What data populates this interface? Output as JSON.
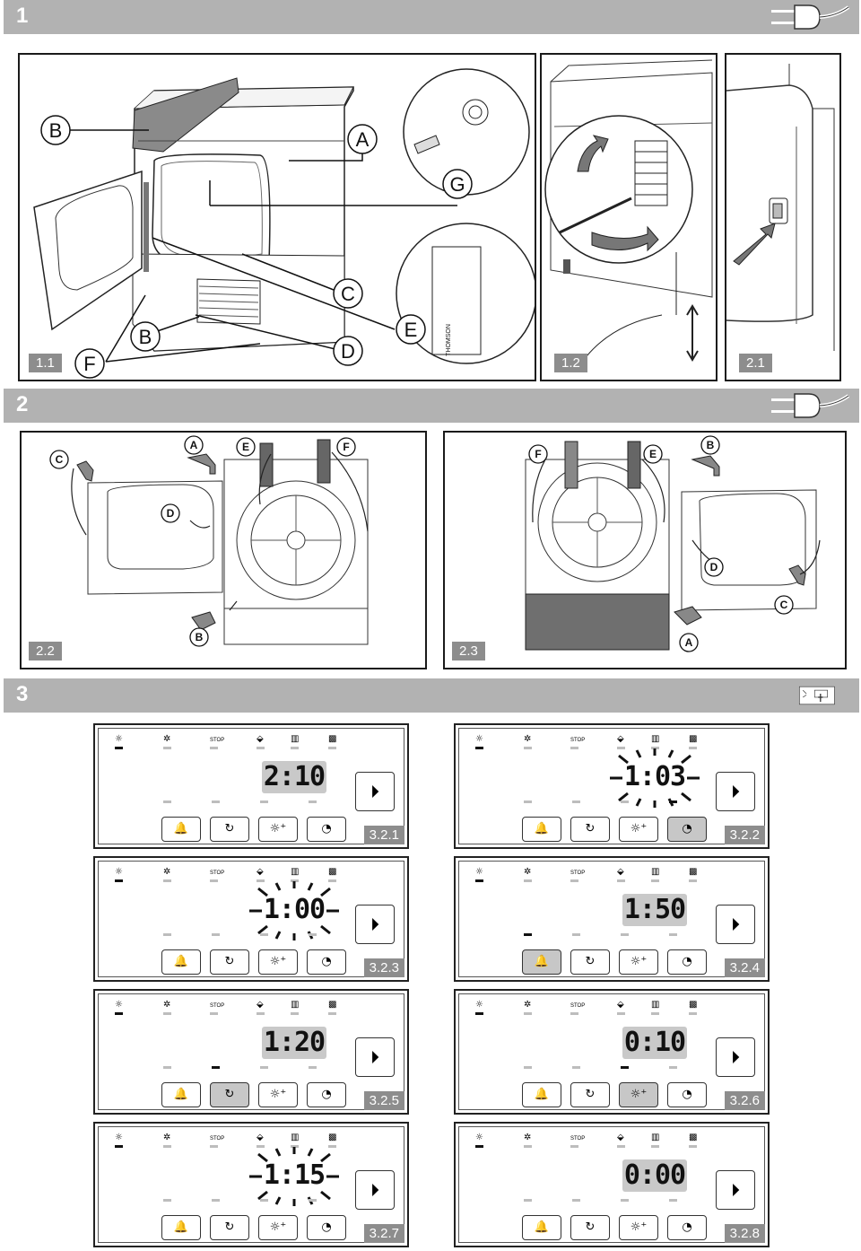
{
  "sections": [
    {
      "num": "1",
      "icon": "plug-icon"
    },
    {
      "num": "2",
      "icon": "plug-icon"
    },
    {
      "num": "3",
      "icon": "control-panel-hand-icon"
    }
  ],
  "section1": {
    "fig_1_1": "1.1",
    "fig_1_2": "1.2",
    "fig_2_1": "2.1",
    "callouts": {
      "A": "A",
      "B": "B",
      "C": "C",
      "D": "D",
      "E": "E",
      "F": "F",
      "G": "G"
    },
    "label_brand": "THOMSON"
  },
  "section2": {
    "fig_2_2": "2.2",
    "fig_2_3": "2.3",
    "callouts": {
      "A": "A",
      "B": "B",
      "C": "C",
      "D": "D",
      "E": "E",
      "F": "F"
    }
  },
  "section3": {
    "stop_label": "STOP",
    "panels": [
      {
        "tag": "3.2.1",
        "display": "2:10",
        "pressed": -1,
        "blink": false
      },
      {
        "tag": "3.2.2",
        "display": "1:03",
        "pressed": 3,
        "blink": true
      },
      {
        "tag": "3.2.3",
        "display": "1:00",
        "pressed": -1,
        "blink": true
      },
      {
        "tag": "3.2.4",
        "display": "1:50",
        "pressed": 0,
        "blink": false
      },
      {
        "tag": "3.2.5",
        "display": "1:20",
        "pressed": 1,
        "blink": false
      },
      {
        "tag": "3.2.6",
        "display": "0:10",
        "pressed": 2,
        "blink": false
      },
      {
        "tag": "3.2.7",
        "display": "1:15",
        "pressed": -1,
        "blink": true
      },
      {
        "tag": "3.2.8",
        "display": "0:00",
        "pressed": -1,
        "blink": false
      }
    ],
    "button_icons": [
      "bell-icon",
      "rotate-icon",
      "sun-plus-icon",
      "clock-icon"
    ],
    "button_glyphs": [
      "🔔",
      "↻",
      "☼⁺",
      "◔"
    ],
    "start_glyph": "⏵",
    "top_icons": [
      "☼",
      "✲",
      "",
      "⬙",
      "▥",
      "▩"
    ]
  }
}
